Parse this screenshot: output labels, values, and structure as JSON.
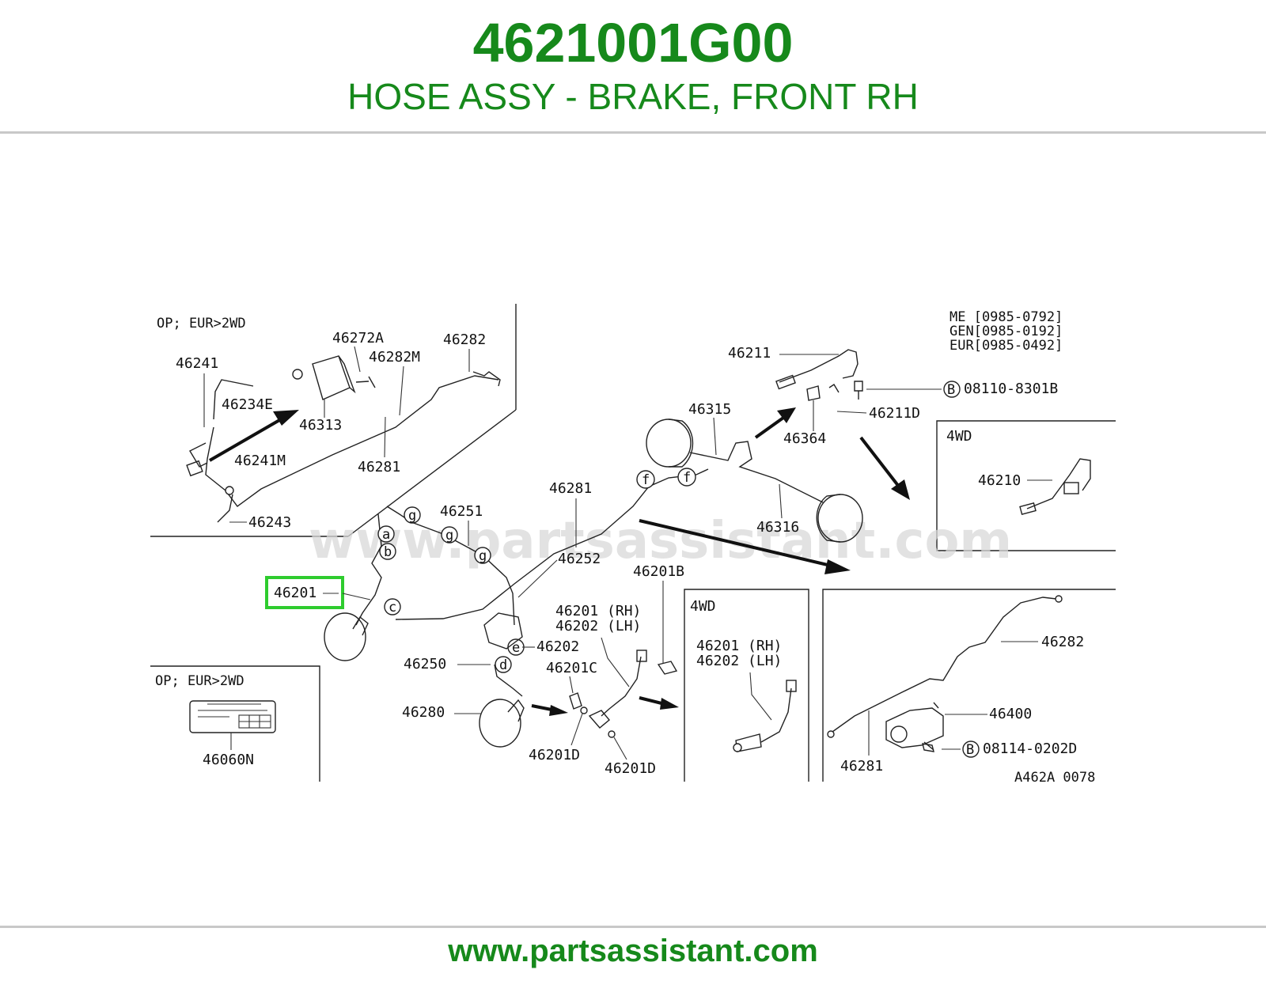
{
  "header": {
    "part_number": "4621001G00",
    "description": "HOSE ASSY - BRAKE, FRONT RH"
  },
  "footer": {
    "website": "www.partsassistant.com"
  },
  "watermark": "www.partsassistant.com",
  "colors": {
    "brand_green": "#16891b",
    "highlight_green": "#2ecc2e",
    "rule_gray": "#c8c8c8"
  },
  "diagram": {
    "code": "A462A 0078",
    "option_labels": {
      "top_left": "OP; EUR>2WD",
      "bottom_left": "OP; EUR>2WD"
    },
    "section_labels": {
      "fourwd_a": "4WD",
      "fourwd_b": "4WD"
    },
    "serial_notes": [
      "ME [0985-0792]",
      "GEN[0985-0192]",
      "EUR[0985-0492]"
    ],
    "bolt_b": "B",
    "circle_letters": {
      "a": "a",
      "b": "b",
      "c": "c",
      "d": "d",
      "e": "e",
      "f": "f",
      "g": "g"
    },
    "highlighted_part": "46201",
    "parts": {
      "p46241": "46241",
      "p46272A": "46272A",
      "p46282M": "46282M",
      "p46282": "46282",
      "p46234E": "46234E",
      "p46313": "46313",
      "p46241M": "46241M",
      "p46281": "46281",
      "p46243": "46243",
      "p46211": "46211",
      "b08110": "08110-8301B",
      "p46315": "46315",
      "p46211D": "46211D",
      "p46364": "46364",
      "p46210": "46210",
      "p46281b": "46281",
      "p46251": "46251",
      "p46316": "46316",
      "p46252": "46252",
      "p46201B": "46201B",
      "p46201rh": "46201 (RH)",
      "p46202lh": "46202 (LH)",
      "p46202": "46202",
      "p46250": "46250",
      "p46201C": "46201C",
      "p46280": "46280",
      "p46201D_a": "46201D",
      "p46201D_b": "46201D",
      "p46060N": "46060N",
      "p46201rh_4wd": "46201 (RH)",
      "p46202lh_4wd": "46202 (LH)",
      "p46282b": "46282",
      "p46400": "46400",
      "b08114": "08114-0202D",
      "p46281c": "46281"
    }
  }
}
